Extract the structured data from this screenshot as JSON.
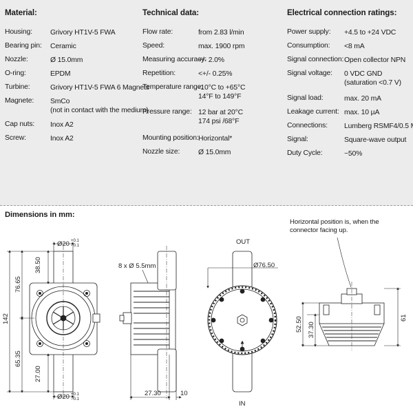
{
  "material": {
    "title": "Material:",
    "rows": [
      {
        "label": "Housing:",
        "value": "Grivory HT1V-5 FWA"
      },
      {
        "label": "Bearing pin:",
        "value": "Ceramic"
      },
      {
        "label": "Nozzle:",
        "value": "Ø 15.0mm"
      },
      {
        "label": "O-ring:",
        "value": "EPDM"
      },
      {
        "label": "Turbine:",
        "value": "Grivory HT1V-5 FWA 6 Magnets"
      },
      {
        "label": "Magnete:",
        "value": "SmCo",
        "value2": "(not in contact with the medium)"
      },
      {
        "label": "Cap nuts:",
        "value": "Inox A2"
      },
      {
        "label": "Screw:",
        "value": "Inox A2"
      }
    ]
  },
  "technical": {
    "title": "Technical data:",
    "rows": [
      {
        "label": "Flow rate:",
        "value": "from 2.83 l/min"
      },
      {
        "label": "Speed:",
        "value": "max. 1900 rpm"
      },
      {
        "label": "Measuring accuracy:",
        "value": "+/- 2.0%"
      },
      {
        "label": "Repetition:",
        "value": "<+/- 0.25%"
      },
      {
        "label": "Temperature range:",
        "value": "-10°C to +65°C",
        "value2": "14°F to 149°F"
      },
      {
        "label": "Pressure range:",
        "value": "12 bar at 20°C",
        "value2": "174 psi /68°F"
      },
      {
        "label": "Mounting position:",
        "value": "Horizontal*"
      },
      {
        "label": "Nozzle size:",
        "value": "Ø 15.0mm"
      }
    ]
  },
  "electrical": {
    "title": "Electrical connection ratings:",
    "rows": [
      {
        "label": "Power supply:",
        "value": "+4.5 to +24 VDC"
      },
      {
        "label": "Consumption:",
        "value": "<8 mA"
      },
      {
        "label": "Signal connection:",
        "value": "Open collector NPN"
      },
      {
        "label": "Signal voltage:",
        "value": "0 VDC GND",
        "value2": "(saturation <0.7 V)"
      },
      {
        "label": "Signal load:",
        "value": "max. 20 mA"
      },
      {
        "label": "Leakage current:",
        "value": "max. 10 µA"
      },
      {
        "label": "Connections:",
        "value": "Lumberg RSMF4/0.5 M"
      },
      {
        "label": "Signal:",
        "value": "Square-wave output"
      },
      {
        "label": "Duty Cycle:",
        "value": "~50%"
      }
    ]
  },
  "dimensions": {
    "title": "Dimensions in mm:",
    "note": "Horizontal position is, when the connector facing up.",
    "front": {
      "dia_top": "Ø20",
      "dia_top_tol_plus": "+0.1",
      "dia_top_tol_minus": "- 0.1",
      "dia_bottom": "Ø20",
      "dia_bottom_tol_plus": "+0.1",
      "dia_bottom_tol_minus": "- 0.1",
      "total": "142",
      "upper": "76.65",
      "lower": "65.35",
      "top_part": "38.50",
      "bottom_part": "27.00"
    },
    "side": {
      "holes": "8 x Ø 5.5mm",
      "depth": "27.30",
      "flange": "10"
    },
    "rear": {
      "out": "OUT",
      "in": "IN",
      "dia": "Ø76.50"
    },
    "profile": {
      "h1": "52.50",
      "h2": "37.30",
      "h3": "61"
    }
  }
}
